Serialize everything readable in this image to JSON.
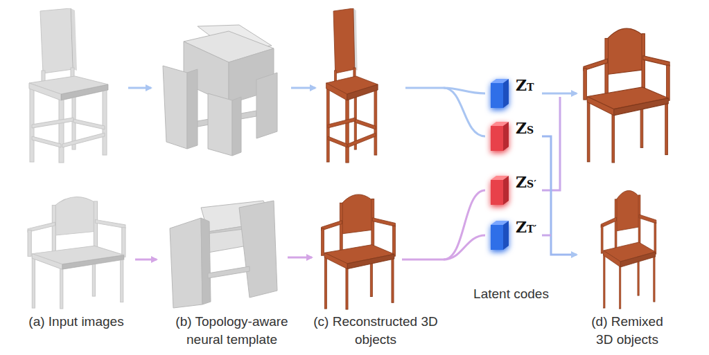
{
  "diagram": {
    "nodes": [
      {
        "text": [
          "ZT"
        ]
      },
      {
        "text": [
          "ZS"
        ]
      },
      {
        "text": [
          "ZS′"
        ]
      },
      {
        "text": [
          "ZT′"
        ]
      }
    ],
    "labels": [
      "(a) Input images",
      "(b) Topology-aware neural template",
      "(c) Reconstructed 3D objects",
      "Latent codes",
      "(d) Remixed 3D objects"
    ]
  }
}
